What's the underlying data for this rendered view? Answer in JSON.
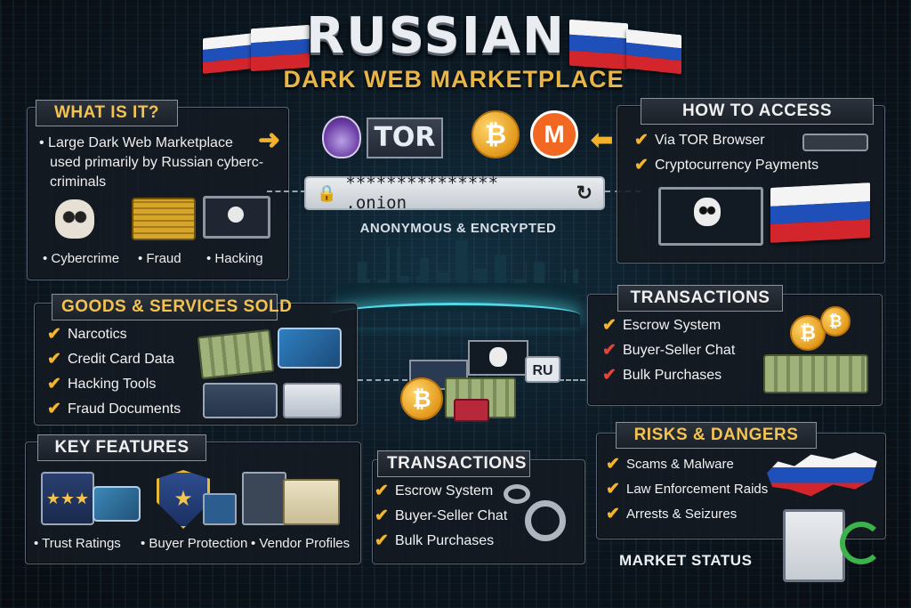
{
  "header": {
    "title": "RUSSIAN",
    "subtitle": "DARK WEB MARKETPLACE"
  },
  "what_is_it": {
    "title": "WHAT IS IT?",
    "description_line1": "• Large Dark Web Marketplace",
    "description_line2": "used primarily by Russian cyberc-",
    "description_line3": "criminals",
    "captions": [
      "• Cybercrime",
      "• Fraud",
      "• Hacking"
    ]
  },
  "center_top": {
    "tor_label": "TOR",
    "address": "*************** .onion",
    "tagline": "ANONYMOUS & ENCRYPTED"
  },
  "how_to_access": {
    "title": "HOW TO ACCESS",
    "items": [
      "Via TOR Browser",
      "Cryptocurrency Payments"
    ]
  },
  "goods": {
    "title": "GOODS & SERVICES SOLD",
    "items": [
      "Narcotics",
      "Credit Card Data",
      "Hacking Tools",
      "Fraud Documents"
    ]
  },
  "center_mid": {
    "ru_label": "RU"
  },
  "transactions_right": {
    "title": "TRANSACTIONS",
    "items": [
      "Escrow System",
      "Buyer-Seller Chat",
      "Bulk Purchases"
    ]
  },
  "key_features": {
    "title": "KEY FEATURES",
    "captions": [
      "• Trust Ratings",
      "• Buyer Protection",
      "• Vendor Profiles"
    ]
  },
  "transactions_center": {
    "title": "TRANSACTIONS",
    "items": [
      "Escrow System",
      "Buyer-Seller Chat",
      "Bulk Purchases"
    ]
  },
  "risks": {
    "title": "RISKS & DANGERS",
    "items": [
      "Scams & Malware",
      "Law Enforcement Raids",
      "Arrests & Seizures"
    ]
  },
  "market_status": {
    "label": "MARKET STATUS"
  },
  "colors": {
    "accent": "#f3c24f",
    "check": "#f3b52b",
    "check_alert": "#e0453a",
    "flag_white": "#f4f4f4",
    "flag_blue": "#1f4fb8",
    "flag_red": "#d3262c"
  },
  "icons": [
    "russian-flag-icon",
    "tor-onion-icon",
    "bitcoin-icon",
    "monero-icon",
    "lock-icon",
    "refresh-icon",
    "skull-icon",
    "money-icon",
    "laptop-icon",
    "credit-card-icon",
    "shield-icon",
    "id-card-icon",
    "handcuffs-icon",
    "clipboard-icon",
    "russia-map-icon"
  ]
}
